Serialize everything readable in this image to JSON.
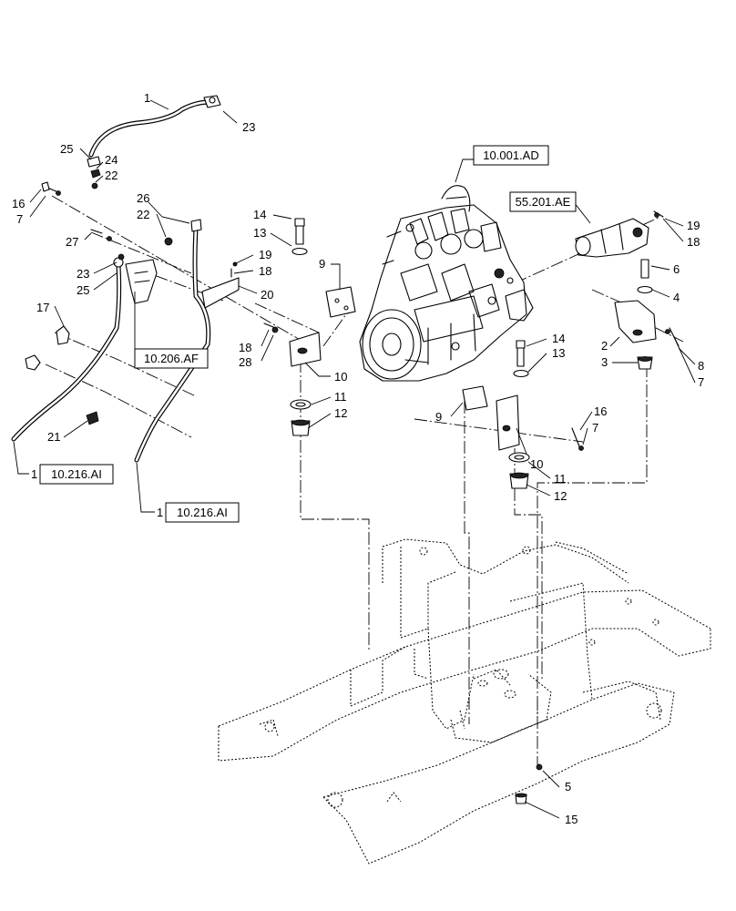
{
  "callouts": {
    "c1a": "1",
    "c23a": "23",
    "c25a": "25",
    "c24": "24",
    "c22a": "22",
    "c16a": "16",
    "c7a": "7",
    "c26": "26",
    "c22b": "22",
    "c27": "27",
    "c23b": "23",
    "c25b": "25",
    "c14a": "14",
    "c13a": "13",
    "c19a": "19",
    "c18a": "18",
    "c20": "20",
    "c9a": "9",
    "c17": "17",
    "c18b": "18",
    "c28": "28",
    "c10a": "10",
    "c11a": "11",
    "c12a": "12",
    "c21": "21",
    "c1b": "1",
    "c1c": "1",
    "c19b": "19",
    "c18c": "18",
    "c6": "6",
    "c4": "4",
    "c2": "2",
    "c3": "3",
    "c8": "8",
    "c7b": "7",
    "c14b": "14",
    "c13b": "13",
    "c9b": "9",
    "c16b": "16",
    "c7c": "7",
    "c10b": "10",
    "c11b": "11",
    "c12b": "12",
    "c5": "5",
    "c15": "15"
  },
  "references": {
    "engine": "10.001.AD",
    "starter": "55.201.AE",
    "filter": "10.206.AF",
    "line_a": "10.216.AI",
    "line_b": "10.216.AI"
  }
}
